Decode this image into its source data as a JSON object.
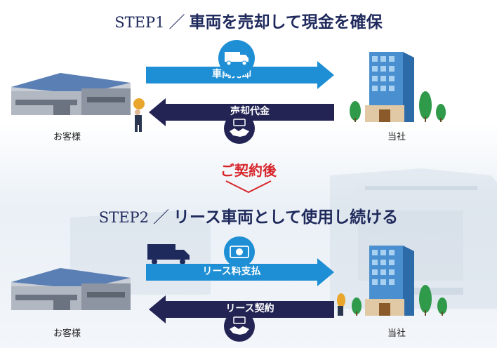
{
  "step1": {
    "step": "STEP1",
    "slash": "／",
    "title": "車両を売却して現金を確保"
  },
  "step1_arrows": {
    "top": "車両売却",
    "bottom": "売却代金"
  },
  "step1_captions": {
    "customer": "お客様",
    "company": "当社"
  },
  "transition": "ご契約後",
  "step2": {
    "step": "STEP2",
    "slash": "／",
    "title": "リース車両として使用し続ける"
  },
  "step2_arrows": {
    "top": "リース料支払",
    "bottom": "リース契約"
  },
  "step2_captions": {
    "customer": "お客様",
    "company": "当社"
  },
  "colors": {
    "blue_arrow": "#1e8fd5",
    "navy_arrow": "#232454",
    "title": "#1f2a5c",
    "accent_red": "#d7262b"
  }
}
